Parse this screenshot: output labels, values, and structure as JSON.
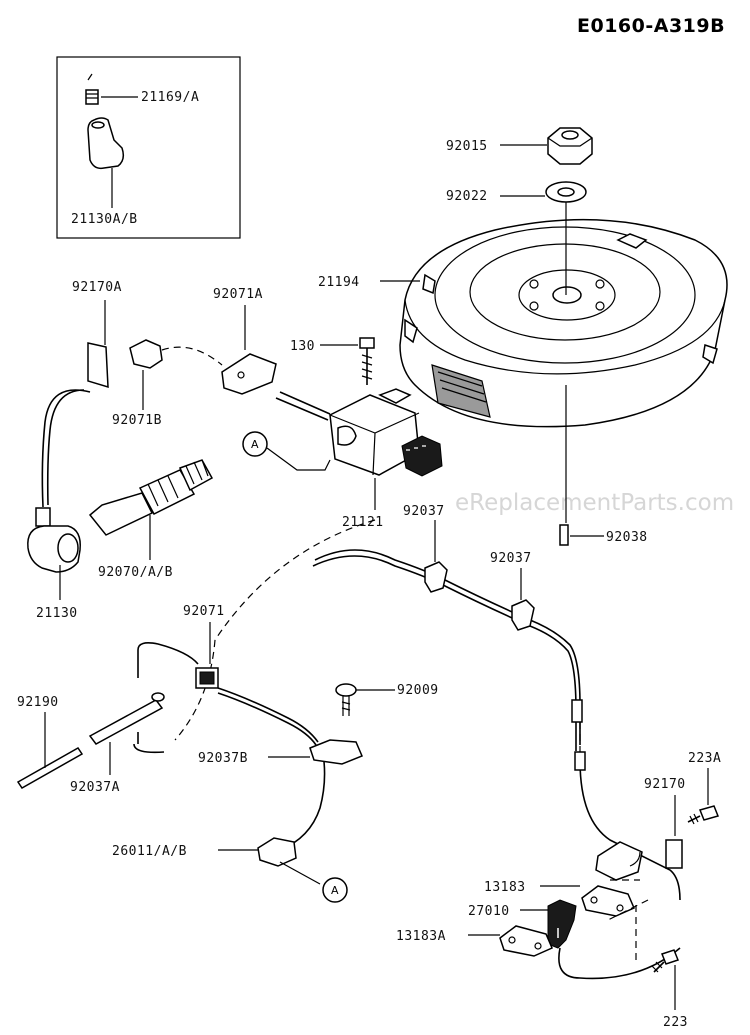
{
  "diagram_code": "E0160-A319B",
  "watermark": "eReplacementParts.com",
  "callout_ref": "A",
  "parts": {
    "p21169A": "21169/A",
    "p21130AB": "21130A/B",
    "p92015": "92015",
    "p92022": "92022",
    "p21194": "21194",
    "p92170A": "92170A",
    "p92071A": "92071A",
    "p130": "130",
    "p92071B": "92071B",
    "p21121": "21121",
    "p92037a": "92037",
    "p92038": "92038",
    "p92070AB": "92070/A/B",
    "p92037b": "92037",
    "p21130": "21130",
    "p92071": "92071",
    "p92009": "92009",
    "p92190": "92190",
    "p92037B": "92037B",
    "p92037A": "92037A",
    "p223A": "223A",
    "p92170": "92170",
    "p26011AB": "26011/A/B",
    "p13183": "13183",
    "p27010": "27010",
    "p13183A": "13183A",
    "p223": "223"
  }
}
